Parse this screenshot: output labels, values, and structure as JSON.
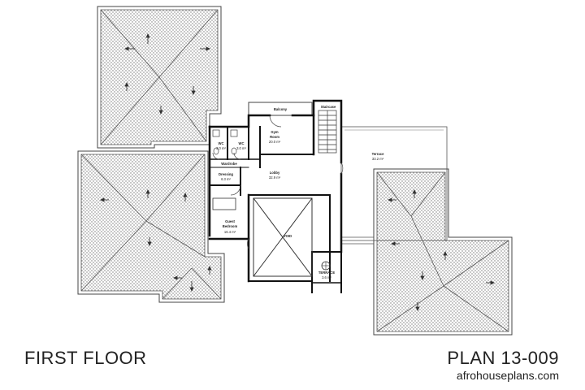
{
  "title": "FIRST FLOOR",
  "plan_code": "PLAN 13-009",
  "website": "afrohouseplans.com",
  "rooms": {
    "balcony": "Balcony",
    "staircase": "Staircase",
    "wc1_name": "WC",
    "wc1_area": "3.0 m²",
    "wc2_name": "WC",
    "wc2_area": "3.0 m²",
    "gym_name": "Gym",
    "gym_name2": "Room",
    "gym_area": "20.0 m²",
    "terrace_name": "Terrace",
    "terrace_area": "33.2 m²",
    "wardrobe": "Wardrobe",
    "dressing_name": "Dressing",
    "dressing_area": "6.3 m²",
    "lobby_name": "Lobby",
    "lobby_area": "32.9 m²",
    "guest_name": "Guest",
    "guest_name2": "Bedroom",
    "guest_area": "16.4 m²",
    "void": "VOID",
    "small_terrace_name": "TERRACE",
    "small_terrace_area": "3.6 m²"
  },
  "colors": {
    "wall": "#111111",
    "roof_hatch": "#6b6b6b",
    "line": "#444444"
  }
}
